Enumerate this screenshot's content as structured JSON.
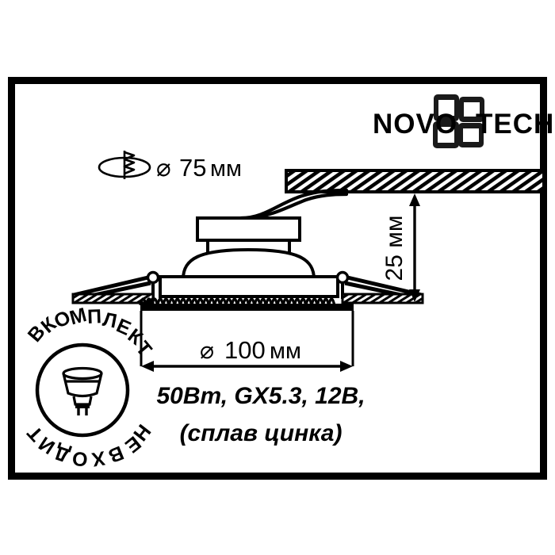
{
  "page": {
    "background_color": "#ffffff",
    "line_color": "#000000",
    "frame": {
      "stroke_width": 9
    }
  },
  "brand": {
    "name": "NOVOTECH",
    "wordmark_left": "NOVO",
    "wordmark_right": "TECH",
    "mark_name": "four-petal-pinwheel"
  },
  "annotations": {
    "hole_diameter": {
      "diameter_symbol": "⌀",
      "value": "75",
      "unit": "мм",
      "label": "⌀ 75 мм",
      "icon": "drill-bit-icon"
    },
    "recess_depth": {
      "value": "25",
      "unit": "мм",
      "label": "25 мм",
      "orientation": "vertical"
    },
    "outer_diameter": {
      "diameter_symbol": "⌀",
      "value": "100",
      "unit": "мм",
      "label": "⌀ 100 мм",
      "orientation": "horizontal"
    }
  },
  "specs": {
    "line1": "50Вт, GX5.3, 12В,",
    "line2": "(сплав цинка)"
  },
  "badge": {
    "ring_text": "В КОМПЛЕКТ НЕ ВХОДИТ",
    "ring_text_top": "В КОМПЛЕКТ",
    "ring_text_bottom": "НЕ ВХОДИТ",
    "icon": "mr16-lamp-icon",
    "characters": [
      "В",
      "К",
      "О",
      "М",
      "П",
      "Л",
      "Е",
      "К",
      "Т",
      "Н",
      "Е",
      "В",
      "Х",
      "О",
      "Д",
      "И",
      "Т"
    ]
  },
  "drawing": {
    "title": "recessed-downlight-cross-section",
    "parts": [
      "ceiling-slab-right",
      "ceiling-slab-left",
      "wires",
      "terminal-box",
      "neck",
      "dome-housing",
      "body-bar",
      "spring-clip-left",
      "spring-clip-right",
      "scalloped-trim",
      "trim-ring"
    ]
  }
}
